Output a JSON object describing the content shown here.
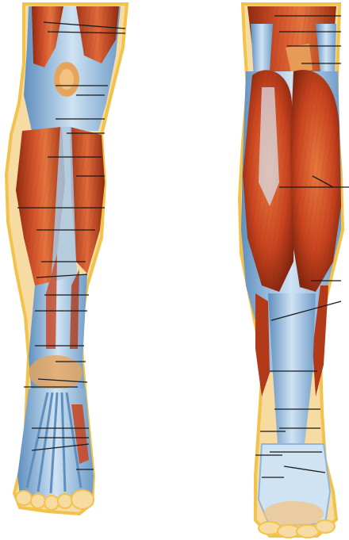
{
  "figure": {
    "palette": {
      "background": "#ffffff",
      "skin_outline": "#f2c24a",
      "skin_fill": "#f6dba2",
      "muscle_light": "#e0663a",
      "muscle_mid": "#c9441f",
      "muscle_dark": "#8f2a10",
      "tendon_light": "#cfe3f3",
      "tendon_mid": "#8fb6dc",
      "tendon_dark": "#5f8fbf",
      "leader_line": "#1a1a1a"
    },
    "views": [
      {
        "name": "anterior-leg",
        "leader_line_count": 22
      },
      {
        "name": "posterior-leg",
        "leader_line_count": 16
      }
    ]
  }
}
